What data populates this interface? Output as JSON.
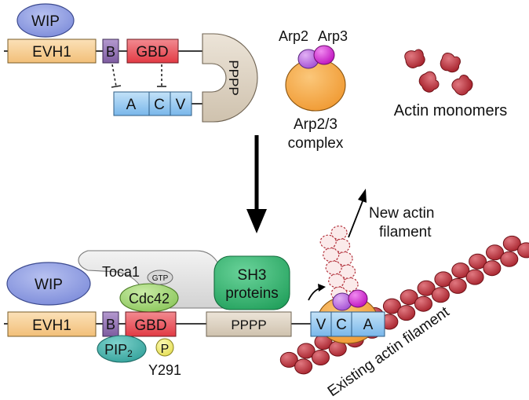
{
  "top": {
    "wip": "WIP",
    "evh1": "EVH1",
    "b": "B",
    "gbd": "GBD",
    "pppp": "PPPP",
    "a": "A",
    "c": "C",
    "v": "V",
    "arp2": "Arp2",
    "arp3": "Arp3",
    "arp23_line1": "Arp2/3",
    "arp23_line2": "complex",
    "actin_monomers": "Actin monomers"
  },
  "bottom": {
    "wip": "WIP",
    "toca1": "Toca1",
    "gtp": "GTP",
    "cdc42": "Cdc42",
    "sh3_line1": "SH3",
    "sh3_line2": "proteins",
    "evh1": "EVH1",
    "b": "B",
    "gbd": "GBD",
    "pppp": "PPPP",
    "v": "V",
    "c": "C",
    "a": "A",
    "pip": "PIP",
    "pip_sub": "2",
    "p": "P",
    "y291": "Y291",
    "new_filament_line1": "New actin",
    "new_filament_line2": "filament",
    "existing_filament": "Existing actin filament"
  },
  "colors": {
    "wip": "#8f9de0",
    "evh1": "#f6cb8c",
    "b": "#8f6cae",
    "gbd": "#e8474f",
    "domain_blue": "#8fc5ee",
    "pppp": "#ddd2c2",
    "arp2": "#c070e0",
    "arp3": "#d42ad4",
    "arp_complex": "#f5a848",
    "actin": "#c0323c",
    "toca1": "#e6e6e6",
    "cdc42": "#a8d77c",
    "gtp": "#d8d8d8",
    "sh3": "#3ab672",
    "pip": "#45b4ad",
    "phospho": "#f1ee7a"
  }
}
